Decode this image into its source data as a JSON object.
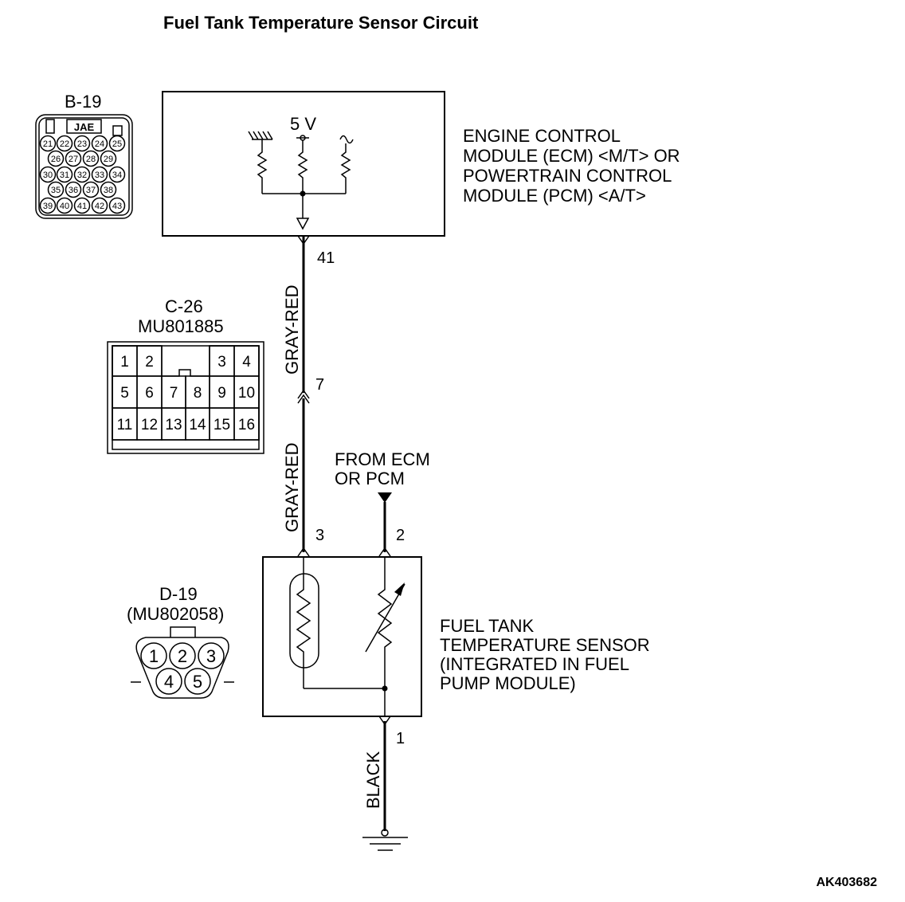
{
  "title": "Fuel Tank Temperature Sensor Circuit",
  "ecm": {
    "label_lines": [
      "ENGINE CONTROL",
      "MODULE (ECM) <M/T> OR",
      "POWERTRAIN CONTROL",
      "MODULE (PCM) <A/T>"
    ],
    "voltage": "5 V",
    "pin": "41"
  },
  "wires": {
    "upper_color": "GRAY-RED",
    "lower_color": "GRAY-RED",
    "ground_color": "BLACK",
    "junction_pin": "7"
  },
  "from_ecm_lines": [
    "FROM ECM",
    "OR PCM"
  ],
  "sensor": {
    "label_lines": [
      "FUEL TANK",
      "TEMPERATURE SENSOR",
      "(INTEGRATED IN FUEL",
      "PUMP MODULE)"
    ],
    "pin_left": "3",
    "pin_right": "2",
    "pin_bottom": "1"
  },
  "connector_b19": {
    "name": "B-19",
    "brand": "JAE",
    "rows": [
      [
        "21",
        "22",
        "23",
        "24",
        "25"
      ],
      [
        "26",
        "27",
        "28",
        "29"
      ],
      [
        "30",
        "31",
        "32",
        "33",
        "34"
      ],
      [
        "35",
        "36",
        "37",
        "38"
      ],
      [
        "39",
        "40",
        "41",
        "42",
        "43"
      ]
    ]
  },
  "connector_c26": {
    "name": "C-26",
    "part": "MU801885",
    "rows": [
      [
        "1",
        "2",
        "3",
        "4"
      ],
      [
        "5",
        "6",
        "7",
        "8",
        "9",
        "10"
      ],
      [
        "11",
        "12",
        "13",
        "14",
        "15",
        "16"
      ]
    ]
  },
  "connector_d19": {
    "name": "D-19",
    "part": "(MU802058)",
    "pins": [
      "1",
      "2",
      "3",
      "4",
      "5"
    ]
  },
  "reference": "AK403682"
}
